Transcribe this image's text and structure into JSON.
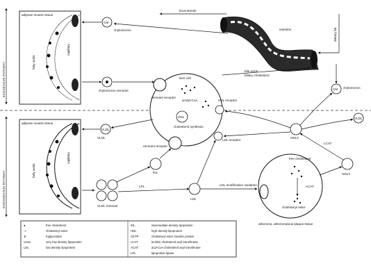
{
  "labels": {
    "adipose_top": "adipose muscle tissue",
    "fatty_acids_top": "fatty acids",
    "capillary": "capillary",
    "chylomicron_top": "chylomicron",
    "fecal_sterols": "fecal sterols",
    "intestine": "intestine",
    "dietary_fat": "dietary fat",
    "chylomicron_remnant": "chylomicron remnant",
    "remnant_receptor": "remnant receptor",
    "liver_cell": "liver cell",
    "bile_acids": "bile acids",
    "biliary_cholesterol": "biliary cholesterol",
    "acetyl_coa": "acetyl-CoA",
    "cholesterol_synthesis": "cholesterol synthesis",
    "hdl_receptor": "HDL receptor",
    "chylomicron_right": "chylomicron",
    "vldl_lower": "VLDL",
    "adipose_bottom": "adipose muscle tissue",
    "fatty_acids_bottom": "fatty acids",
    "capillary_bottom": "capillary",
    "remnant_receptor_2": "remnant receptor",
    "ldl_receptor": "LDL receptor",
    "hdl2": "HDL2",
    "hdl3": "HDL3",
    "idl": "IDL",
    "ldl": "LDL",
    "vldl_remnant": "VLDL remnant",
    "lpl": "LPL",
    "ldl_modification": "LDL modification oxidation",
    "free_cholesterol": "free cholesterol",
    "acat": "ACAT",
    "cholesteryl_ester": "cholesteryl ester",
    "atheroma": "atheroma, atheromatous plaque tissue",
    "lcat": "LCAT",
    "exogenous_side": "EXOGENOUS PATHWAY",
    "endogenous_side": "ENDOGENOUS PATHWAY"
  },
  "legend": [
    {
      "sym": "●",
      "text": "free cholesterol",
      "sym2": "IDL",
      "text2": "intermediate density lipoprotein"
    },
    {
      "sym": "⊸",
      "text": "cholesteryl ester",
      "sym2": "HDL",
      "text2": "high density lipoprotein"
    },
    {
      "sym": "⋔",
      "text": "triglycerides",
      "sym2": "CETP",
      "text2": "cholesteryl ester transfer protein"
    },
    {
      "sym": "VLDL",
      "text": "very low density lipoprotein",
      "sym2": "LCAT",
      "text2": "lecithin cholesterol acyl transferase"
    },
    {
      "sym": "LDL",
      "text": "low density lipoprotein",
      "sym2": "ACAT",
      "text2": "acyl-CoA cholesterol acyl transferase"
    },
    {
      "sym": "",
      "text": "",
      "sym2": "LPL",
      "text2": "lipoprotein lipase"
    }
  ]
}
